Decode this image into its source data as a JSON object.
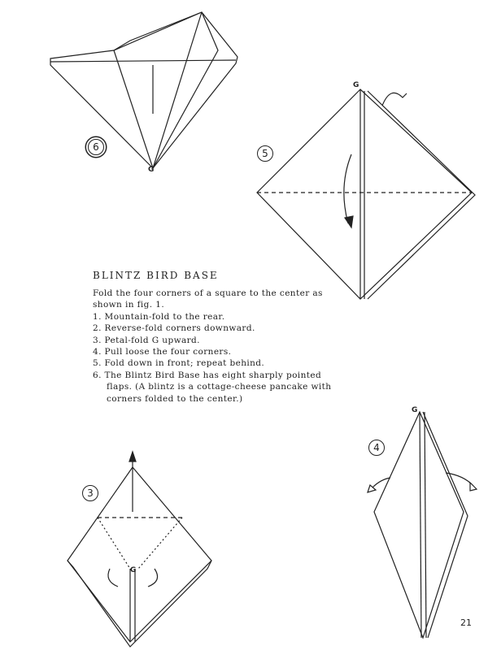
{
  "title": "BLINTZ BIRD BASE",
  "intro": "Fold the four corners of a square to the center as shown in fig. 1.",
  "steps": [
    "1. Mountain-fold to the rear.",
    "2. Reverse-fold corners downward.",
    "3. Petal-fold G upward.",
    "4. Pull loose the four corners.",
    "5. Fold down in front; repeat behind.",
    "6. The Blintz Bird Base has eight sharply pointed flaps. (A blintz is a cottage-cheese pancake with corners folded to the center.)"
  ],
  "figures": {
    "fig6": {
      "number": "6",
      "corner_label": "G"
    },
    "fig5": {
      "number": "5",
      "corner_label": "G"
    },
    "fig4": {
      "number": "4",
      "corner_label": "G"
    },
    "fig3": {
      "number": "3",
      "corner_label": "G"
    }
  },
  "page_number": "21"
}
